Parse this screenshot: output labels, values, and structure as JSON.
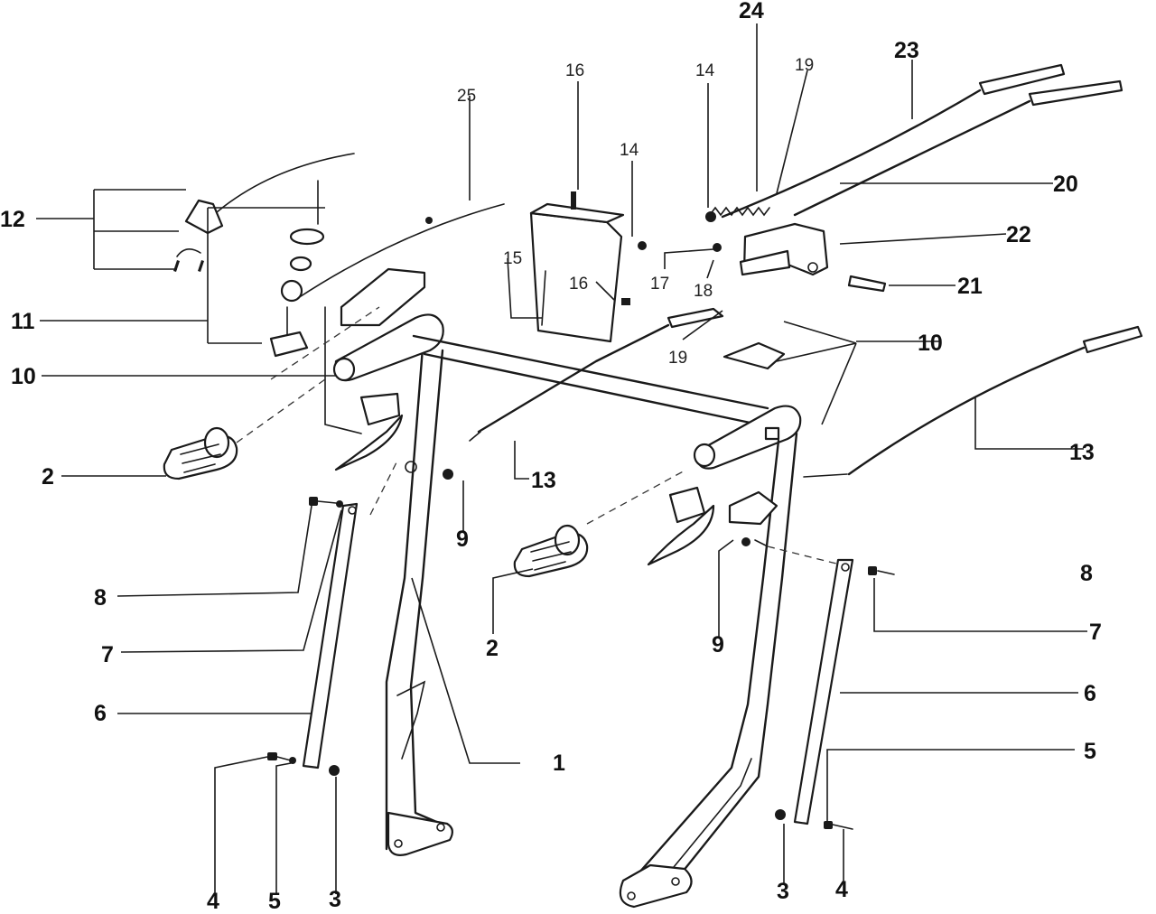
{
  "callouts": {
    "c1": "1",
    "c2a": "2",
    "c2b": "2",
    "c3a": "3",
    "c3b": "3",
    "c4a": "4",
    "c4b": "4",
    "c5a": "5",
    "c5b": "5",
    "c6a": "6",
    "c6b": "6",
    "c7a": "7",
    "c7b": "7",
    "c8a": "8",
    "c8b": "8",
    "c9a": "9",
    "c9b": "9",
    "c10a": "10",
    "c10b": "10",
    "c11": "11",
    "c12": "12",
    "c13a": "13",
    "c13b": "13",
    "c14a": "14",
    "c14b": "14",
    "c15": "15",
    "c16a": "16",
    "c16b": "16",
    "c17": "17",
    "c18": "18",
    "c19a": "19",
    "c19b": "19",
    "c20": "20",
    "c21": "21",
    "c22": "22",
    "c23": "23",
    "c24": "24",
    "c25": "25"
  }
}
